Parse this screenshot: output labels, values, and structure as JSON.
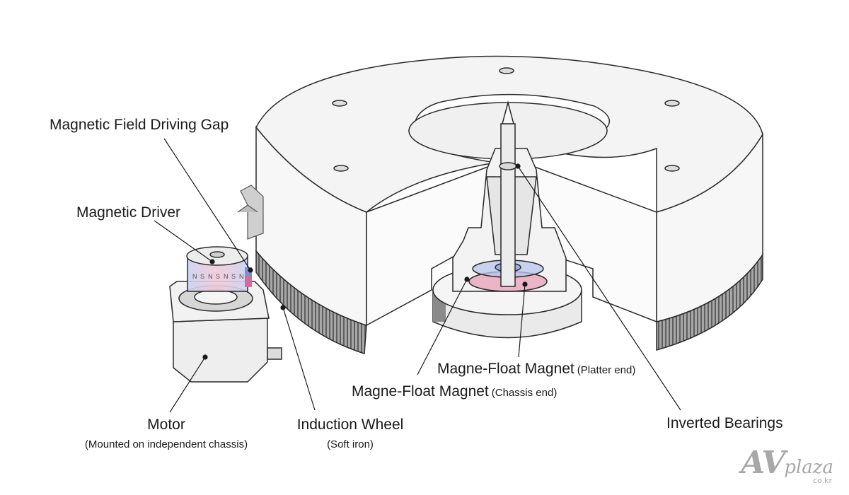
{
  "labels": {
    "magnetic_field_gap": "Magnetic Field Driving Gap",
    "magnetic_driver": "Magnetic Driver",
    "motor": "Motor",
    "motor_note": "(Mounted on independent chassis)",
    "induction_wheel": "Induction Wheel",
    "induction_note": "(Soft iron)",
    "float_platter": "Magne-Float Magnet",
    "float_platter_note": "(Platter end)",
    "float_chassis": "Magne-Float Magnet",
    "float_chassis_note": "(Chassis end)",
    "inverted_bearings": "Inverted Bearings"
  },
  "driver_poles": [
    "N",
    "S",
    "N",
    "S",
    "N",
    "S",
    "N"
  ],
  "watermark": {
    "mark": "AV",
    "word": "plaza",
    "domain": "co.kr"
  },
  "colors": {
    "outline": "#2a2a2a",
    "body": "#f7f7f7",
    "shade": "#dcdcdc",
    "dark_band": "#8a8a8a",
    "magnet_pink": "#e9a0b8",
    "magnet_blue": "#b8c6ef",
    "watermark": "#a8a8a8"
  }
}
